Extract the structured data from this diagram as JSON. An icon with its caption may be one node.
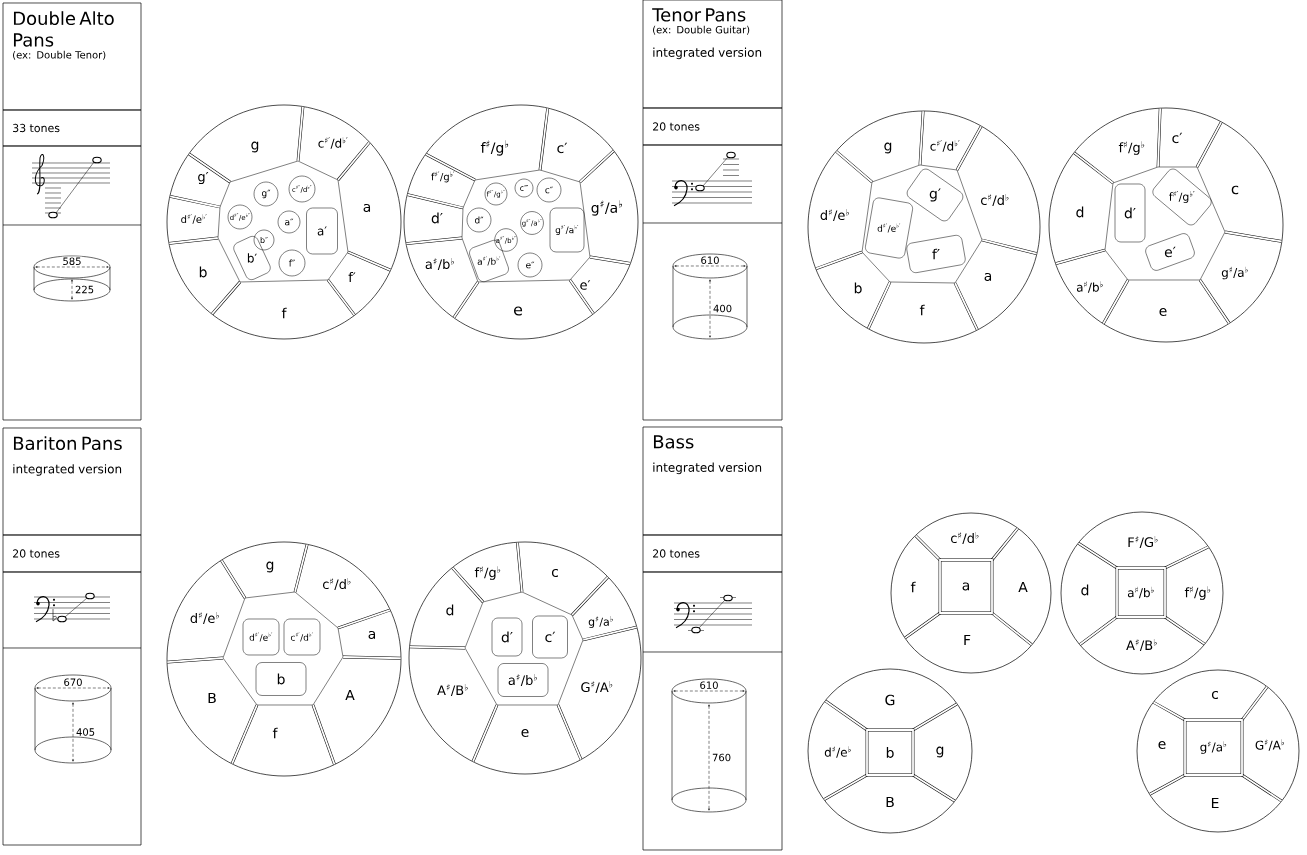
{
  "diagram": {
    "nodes": [
      {
        "text": [
          "Double Alto Pans",
          "(ex: Double Tenor)"
        ]
      },
      {
        "text": [
          "33 tones"
        ]
      },
      {
        "text": [],
        "shape": "circle"
      },
      {
        "text": [
          "g"
        ],
        "in": 2
      },
      {
        "text": [
          "c$^{♯′}$/d$^{♭′}$"
        ],
        "in": 2
      },
      {
        "text": [
          "g′"
        ],
        "in": 2
      },
      {
        "text": [
          "a"
        ],
        "in": 2
      },
      {
        "text": [
          "d$^{♯′}$/e$^{♭′}$"
        ],
        "in": 2
      },
      {
        "text": [
          "b"
        ],
        "in": 2
      },
      {
        "text": [
          "f′"
        ],
        "in": 2
      },
      {
        "text": [
          "f"
        ],
        "in": 2
      },
      {
        "text": [],
        "shape": "polygon",
        "in": 2
      },
      {
        "text": [
          "g″"
        ],
        "in": 11
      },
      {
        "text": [
          "c$^{♯″}$/d$^{♭″}$"
        ],
        "in": 11
      },
      {
        "text": [
          "d$^{♯″}$/e$^{♭″}$"
        ],
        "in": 11
      },
      {
        "text": [
          "a″"
        ],
        "in": 11
      },
      {
        "text": [
          "a′"
        ],
        "in": 11
      },
      {
        "text": [
          "b″"
        ],
        "in": 11
      },
      {
        "text": [
          "b′"
        ],
        "in": 11
      },
      {
        "text": [
          "f″"
        ],
        "in": 11
      },
      {
        "text": [],
        "shape": "circle"
      },
      {
        "text": [
          "f$^{♯}$/g$^{♭}$"
        ],
        "in": 20
      },
      {
        "text": [
          "c′"
        ],
        "in": 20
      },
      {
        "text": [
          "f$^{♯′}$/g$^{♭′}$"
        ],
        "in": 20
      },
      {
        "text": [
          "d′"
        ],
        "in": 20
      },
      {
        "text": [
          "g$^{♯}$/a$^{♭}$"
        ],
        "in": 20
      },
      {
        "text": [
          "a$^{♯}$/b$^{♭}$"
        ],
        "in": 20
      },
      {
        "text": [
          "e′"
        ],
        "in": 20
      },
      {
        "text": [
          "e"
        ],
        "in": 20
      },
      {
        "text": [],
        "shape": "polygon",
        "in": 20
      },
      {
        "text": [
          "f$^{♯″}$/g$^{♭″}$"
        ],
        "in": 29
      },
      {
        "text": [
          "c‴"
        ],
        "in": 29
      },
      {
        "text": [
          "c″"
        ],
        "in": 29
      },
      {
        "text": [
          "d″"
        ],
        "in": 29
      },
      {
        "text": [
          "g$^{♯″}$/a$^{♭″}$"
        ],
        "in": 29
      },
      {
        "text": [
          "g$^{♯′}$/a$^{♭′}$"
        ],
        "in": 29
      },
      {
        "text": [
          "a$^{♯″}$/b$^{♭″}$"
        ],
        "in": 29
      },
      {
        "text": [
          "a$^{♯′}$/b$^{♭′}$"
        ],
        "in": 29
      },
      {
        "text": [
          "e″"
        ],
        "in": 29
      },
      {
        "text": [
          "Tenor Pans",
          "(ex: Double Guitar)",
          "integrated version"
        ]
      },
      {
        "text": [
          "20 tones"
        ]
      },
      {
        "text": [],
        "shape": "circle"
      },
      {
        "text": [
          "g"
        ],
        "in": 41
      },
      {
        "text": [
          "c$^{♯′}$/d$^{♭′}$"
        ],
        "in": 41
      },
      {
        "text": [
          "d$^{♯}$/e$^{♭}$"
        ],
        "in": 41
      },
      {
        "text": [
          "c$^{♯}$/d$^{♭}$"
        ],
        "in": 41
      },
      {
        "text": [
          "b"
        ],
        "in": 41
      },
      {
        "text": [
          "f"
        ],
        "in": 41
      },
      {
        "text": [
          "a"
        ],
        "in": 41
      },
      {
        "text": [],
        "shape": "polygon",
        "in": 41
      },
      {
        "text": [
          "g′"
        ],
        "in": 49
      },
      {
        "text": [
          "d$^{♯′}$/e$^{♭′}$"
        ],
        "in": 49
      },
      {
        "text": [
          "f′"
        ],
        "in": 49
      },
      {
        "text": [],
        "shape": "circle"
      },
      {
        "text": [
          "f$^{♯}$/g$^{♭}$"
        ],
        "in": 53
      },
      {
        "text": [
          "c′"
        ],
        "in": 53
      },
      {
        "text": [
          "d"
        ],
        "in": 53
      },
      {
        "text": [
          "c"
        ],
        "in": 53
      },
      {
        "text": [
          "a$^{♯}$/b$^{♭}$"
        ],
        "in": 53
      },
      {
        "text": [
          "g$^{♯}$/a$^{♭}$"
        ],
        "in": 53
      },
      {
        "text": [
          "e"
        ],
        "in": 53
      },
      {
        "text": [],
        "shape": "polygon",
        "in": 53
      },
      {
        "text": [
          "d′"
        ],
        "in": 61
      },
      {
        "text": [
          "f$^{♯′}$/g$^{♭′}$"
        ],
        "in": 61
      },
      {
        "text": [
          "e′"
        ],
        "in": 61
      },
      {
        "text": [
          "Bariton Pans",
          "integrated version"
        ]
      },
      {
        "text": [
          "20 tones"
        ]
      },
      {
        "text": [],
        "shape": "circle"
      },
      {
        "text": [
          "g"
        ],
        "in": 67
      },
      {
        "text": [
          "c$^{♯}$/d$^{♭}$"
        ],
        "in": 67
      },
      {
        "text": [
          "d$^{♯}$/e$^{♭}$"
        ],
        "in": 67
      },
      {
        "text": [
          "a"
        ],
        "in": 67
      },
      {
        "text": [
          "B"
        ],
        "in": 67
      },
      {
        "text": [
          "A"
        ],
        "in": 67
      },
      {
        "text": [
          "f"
        ],
        "in": 67
      },
      {
        "text": [],
        "shape": "polygon",
        "in": 67
      },
      {
        "text": [
          "d$^{♯′}$/e$^{♭′}$"
        ],
        "in": 75
      },
      {
        "text": [
          "c$^{♯′}$/d$^{♭′}$"
        ],
        "in": 75
      },
      {
        "text": [
          "b"
        ],
        "in": 75
      },
      {
        "text": [],
        "shape": "circle"
      },
      {
        "text": [
          "f$^{♯}$/g$^{♭}$"
        ],
        "in": 79
      },
      {
        "text": [
          "c"
        ],
        "in": 79
      },
      {
        "text": [
          "d"
        ],
        "in": 79
      },
      {
        "text": [
          "g$^{♯}$/a$^{♭}$"
        ],
        "in": 79
      },
      {
        "text": [
          "A$^{♯}$/B$^{♭}$"
        ],
        "in": 79
      },
      {
        "text": [
          "G$^{♯}$/A$^{♭}$"
        ],
        "in": 79
      },
      {
        "text": [
          "e"
        ],
        "in": 79
      },
      {
        "text": [],
        "shape": "polygon",
        "in": 79
      },
      {
        "text": [
          "d′"
        ],
        "in": 87
      },
      {
        "text": [
          "c′"
        ],
        "in": 87
      },
      {
        "text": [
          "a$^{♯}$/b$^{♭}$"
        ],
        "in": 87
      },
      {
        "text": [
          "Bass",
          "integrated version"
        ]
      },
      {
        "text": [
          "20 tones"
        ]
      },
      {
        "text": [],
        "shape": "circle"
      },
      {
        "text": [
          "c$^{♯}$/d$^{♭}$"
        ],
        "in": 93
      },
      {
        "text": [
          "f"
        ],
        "in": 93
      },
      {
        "text": [
          "a"
        ],
        "in": 93
      },
      {
        "text": [
          "A"
        ],
        "in": 93
      },
      {
        "text": [
          "F"
        ],
        "in": 93
      },
      {
        "text": [],
        "shape": "circle"
      },
      {
        "text": [
          "F$^{♯}$/G$^{♭}$"
        ],
        "in": 99
      },
      {
        "text": [
          "d"
        ],
        "in": 99
      },
      {
        "text": [
          "a$^{♯}$/b$^{♭}$"
        ],
        "in": 99
      },
      {
        "text": [
          "f$^{♯}$/g$^{♭}$"
        ],
        "in": 99
      },
      {
        "text": [
          "A$^{♯}$/B$^{♭}$"
        ],
        "in": 99
      },
      {
        "text": [],
        "shape": "circle"
      },
      {
        "text": [
          "G"
        ],
        "in": 105
      },
      {
        "text": [
          "d$^{♯}$/e$^{♭}$"
        ],
        "in": 105
      },
      {
        "text": [
          "b"
        ],
        "in": 105
      },
      {
        "text": [
          "g"
        ],
        "in": 105
      },
      {
        "text": [
          "B"
        ],
        "in": 105
      },
      {
        "text": [],
        "shape": "circle"
      },
      {
        "text": [
          "c"
        ],
        "in": 111
      },
      {
        "text": [
          "e"
        ],
        "in": 111
      },
      {
        "text": [
          "g$^{♯}$/a$^{♭}$"
        ],
        "in": 111
      },
      {
        "text": [
          "G$^{♯}$/A$^{♭}$"
        ],
        "in": 111
      },
      {
        "text": [
          "E"
        ],
        "in": 111
      }
    ],
    "labels": [
      "585",
      "225",
      "610",
      "400",
      "670",
      "405",
      "610",
      "760"
    ]
  }
}
